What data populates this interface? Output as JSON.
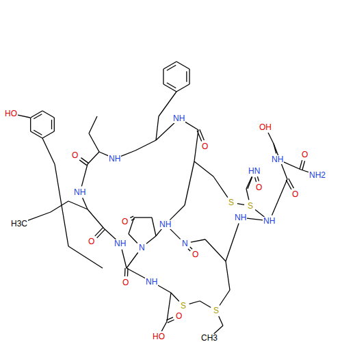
{
  "diagram": {
    "labels": [
      "HO",
      "O",
      "NH",
      "NH",
      "O",
      "OH",
      "NH",
      "O",
      "NH2",
      "HN",
      "O",
      "O",
      "NH",
      "NH",
      "S",
      "S",
      "NH",
      "H3C",
      "O",
      "NH",
      "O",
      "NH",
      "N",
      "N",
      "O",
      "O",
      "NH",
      "S",
      "S",
      "HO",
      "O",
      "CH3"
    ]
  }
}
